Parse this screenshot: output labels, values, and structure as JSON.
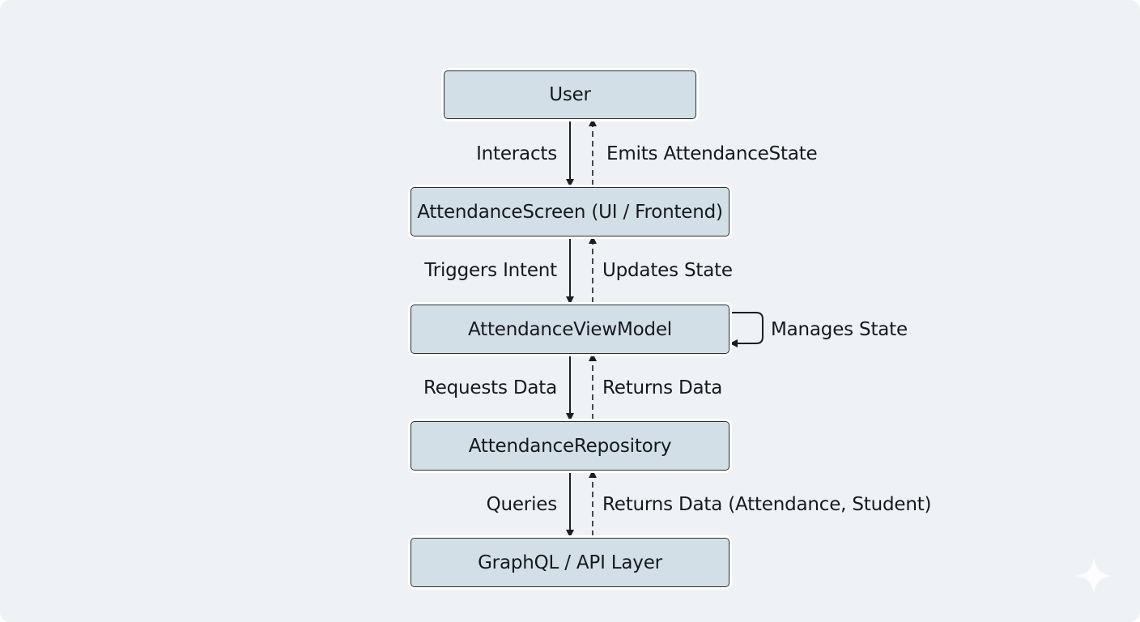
{
  "nodes": {
    "user": "User",
    "screen": "AttendanceScreen (UI / Frontend)",
    "viewmodel": "AttendanceViewModel",
    "repository": "AttendanceRepository",
    "api": "GraphQL / API Layer"
  },
  "edges": {
    "interacts": "Interacts",
    "emits_state": "Emits AttendanceState",
    "triggers_intent": "Triggers Intent",
    "updates_state": "Updates State",
    "manages_state": "Manages State",
    "requests_data": "Requests Data",
    "returns_data": "Returns Data",
    "queries": "Queries",
    "returns_data_detail": "Returns Data (Attendance, Student)"
  },
  "colors": {
    "background": "#eef2f6",
    "node_fill": "#d3dfe6",
    "node_border": "#2a2f33",
    "arrow": "#1b1e21"
  },
  "icons": {
    "corner_mark": "sparkle-icon"
  }
}
